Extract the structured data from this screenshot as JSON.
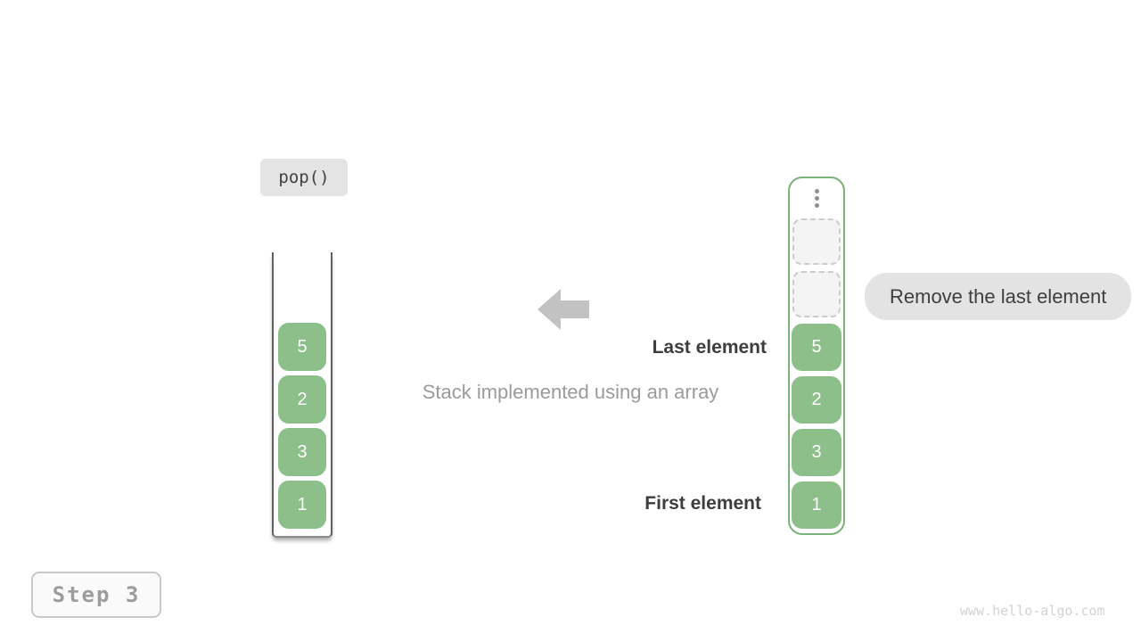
{
  "figure": {
    "operation_label": "pop()",
    "caption": "Stack implemented using an array",
    "step_badge": "Step 3",
    "watermark": "www.hello-algo.com",
    "annotations": {
      "last_element": "Last element",
      "first_element": "First element",
      "remove_note": "Remove the last element"
    },
    "stack": {
      "items": [
        "5",
        "2",
        "3",
        "1"
      ]
    },
    "array": {
      "items": [
        "5",
        "2",
        "3",
        "1"
      ],
      "empty_slot_count": 2,
      "ellipsis_icon": "vertical-ellipsis"
    },
    "arrow_icon": "left-arrow",
    "colors": {
      "element_green": "#8cbf8a",
      "array_border_green": "#79b377",
      "label_bg_gray": "#e3e3e3",
      "text_dark": "#3d3d3d",
      "text_gray": "#9b9b9b",
      "arrow_gray": "#c2c2c2",
      "watermark_gray": "#d2d2d2"
    }
  }
}
